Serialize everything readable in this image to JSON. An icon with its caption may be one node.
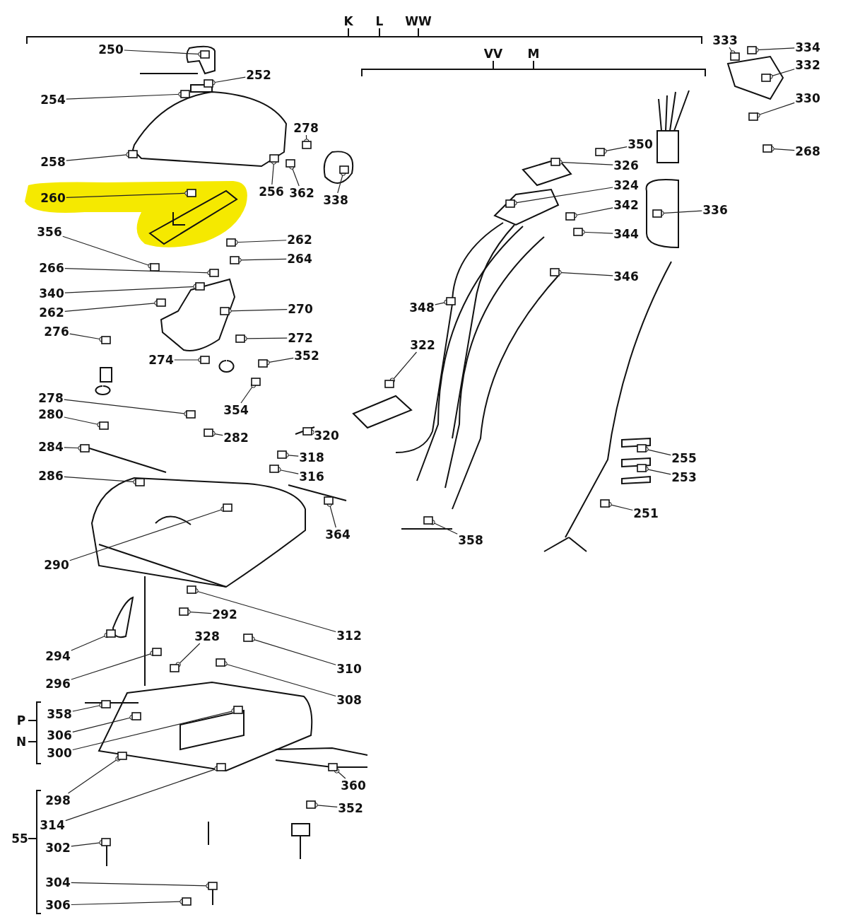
{
  "diagram": {
    "nodes": [
      {
        "text": [
          "250"
        ]
      },
      {
        "text": [
          "252"
        ]
      },
      {
        "text": [
          "254"
        ]
      },
      {
        "text": [
          "258"
        ]
      },
      {
        "text": [
          "260"
        ]
      },
      {
        "text": [
          "278"
        ]
      },
      {
        "text": [
          "256"
        ]
      },
      {
        "text": [
          "362"
        ]
      },
      {
        "text": [
          "338"
        ]
      },
      {
        "text": [
          "356"
        ]
      },
      {
        "text": [
          "262"
        ]
      },
      {
        "text": [
          "264"
        ]
      },
      {
        "text": [
          "266"
        ]
      },
      {
        "text": [
          "340"
        ]
      },
      {
        "text": [
          "262"
        ]
      },
      {
        "text": [
          "270"
        ]
      },
      {
        "text": [
          "276"
        ]
      },
      {
        "text": [
          "272"
        ]
      },
      {
        "text": [
          "274"
        ]
      },
      {
        "text": [
          "352"
        ]
      },
      {
        "text": [
          "354"
        ]
      },
      {
        "text": [
          "278"
        ]
      },
      {
        "text": [
          "280"
        ]
      },
      {
        "text": [
          "282"
        ]
      },
      {
        "text": [
          "320"
        ]
      },
      {
        "text": [
          "284"
        ]
      },
      {
        "text": [
          "318"
        ]
      },
      {
        "text": [
          "286"
        ]
      },
      {
        "text": [
          "316"
        ]
      },
      {
        "text": [
          "364"
        ]
      },
      {
        "text": [
          "290"
        ]
      },
      {
        "text": [
          "292"
        ]
      },
      {
        "text": [
          "312"
        ]
      },
      {
        "text": [
          "294"
        ]
      },
      {
        "text": [
          "328"
        ]
      },
      {
        "text": [
          "310"
        ]
      },
      {
        "text": [
          "296"
        ]
      },
      {
        "text": [
          "308"
        ]
      },
      {
        "text": [
          "358"
        ]
      },
      {
        "text": [
          "306"
        ]
      },
      {
        "text": [
          "300"
        ]
      },
      {
        "text": [
          "360"
        ]
      },
      {
        "text": [
          "298"
        ]
      },
      {
        "text": [
          "352"
        ]
      },
      {
        "text": [
          "314"
        ]
      },
      {
        "text": [
          "302"
        ]
      },
      {
        "text": [
          "304"
        ]
      },
      {
        "text": [
          "306"
        ]
      },
      {
        "text": [
          "333"
        ]
      },
      {
        "text": [
          "334"
        ]
      },
      {
        "text": [
          "332"
        ]
      },
      {
        "text": [
          "330"
        ]
      },
      {
        "text": [
          "268"
        ]
      },
      {
        "text": [
          "350"
        ]
      },
      {
        "text": [
          "326"
        ]
      },
      {
        "text": [
          "324"
        ]
      },
      {
        "text": [
          "342"
        ]
      },
      {
        "text": [
          "344"
        ]
      },
      {
        "text": [
          "336"
        ]
      },
      {
        "text": [
          "346"
        ]
      },
      {
        "text": [
          "348"
        ]
      },
      {
        "text": [
          "322"
        ]
      },
      {
        "text": [
          "255"
        ]
      },
      {
        "text": [
          "253"
        ]
      },
      {
        "text": [
          "251"
        ]
      },
      {
        "text": [
          "358"
        ]
      },
      {
        "text": [],
        "shape": "box"
      },
      {
        "text": [],
        "shape": "box"
      },
      {
        "text": [],
        "shape": "box"
      },
      {
        "text": [],
        "shape": "box"
      },
      {
        "text": [],
        "shape": "box"
      },
      {
        "text": [],
        "shape": "box"
      },
      {
        "text": [],
        "shape": "box"
      },
      {
        "text": [],
        "shape": "box"
      },
      {
        "text": [],
        "shape": "box"
      },
      {
        "text": [],
        "shape": "box"
      },
      {
        "text": [],
        "shape": "box"
      },
      {
        "text": [],
        "shape": "box"
      },
      {
        "text": [],
        "shape": "box"
      },
      {
        "text": [],
        "shape": "box"
      },
      {
        "text": [],
        "shape": "box"
      },
      {
        "text": [],
        "shape": "box"
      },
      {
        "text": [],
        "shape": "box"
      },
      {
        "text": [],
        "shape": "box"
      },
      {
        "text": [],
        "shape": "box"
      },
      {
        "text": [],
        "shape": "box"
      },
      {
        "text": [],
        "shape": "box"
      },
      {
        "text": [],
        "shape": "box"
      },
      {
        "text": [],
        "shape": "box"
      },
      {
        "text": [],
        "shape": "box"
      },
      {
        "text": [],
        "shape": "box"
      },
      {
        "text": [],
        "shape": "box"
      },
      {
        "text": [],
        "shape": "box"
      },
      {
        "text": [],
        "shape": "box"
      },
      {
        "text": [],
        "shape": "box"
      },
      {
        "text": [],
        "shape": "box"
      },
      {
        "text": [],
        "shape": "box"
      },
      {
        "text": [],
        "shape": "box"
      },
      {
        "text": [],
        "shape": "box"
      },
      {
        "text": [],
        "shape": "box"
      },
      {
        "text": [],
        "shape": "box"
      },
      {
        "text": [],
        "shape": "box"
      },
      {
        "text": [],
        "shape": "box"
      },
      {
        "text": [],
        "shape": "box"
      },
      {
        "text": [],
        "shape": "box"
      },
      {
        "text": [],
        "shape": "box"
      },
      {
        "text": [],
        "shape": "box"
      },
      {
        "text": [],
        "shape": "box"
      },
      {
        "text": [],
        "shape": "box"
      },
      {
        "text": [],
        "shape": "box"
      },
      {
        "text": [],
        "shape": "box"
      },
      {
        "text": [],
        "shape": "box"
      },
      {
        "text": [],
        "shape": "box"
      },
      {
        "text": [],
        "shape": "box"
      },
      {
        "text": [],
        "shape": "box"
      },
      {
        "text": [],
        "shape": "box"
      },
      {
        "text": [],
        "shape": "box"
      },
      {
        "text": [],
        "shape": "box"
      },
      {
        "text": [],
        "shape": "box"
      },
      {
        "text": [],
        "shape": "box"
      },
      {
        "text": [],
        "shape": "box"
      },
      {
        "text": [],
        "shape": "box"
      },
      {
        "text": [],
        "shape": "box"
      },
      {
        "text": [],
        "shape": "box"
      },
      {
        "text": [],
        "shape": "box"
      },
      {
        "text": [],
        "shape": "box"
      },
      {
        "text": [],
        "shape": "box"
      },
      {
        "text": [],
        "shape": "box"
      },
      {
        "text": [],
        "shape": "box"
      },
      {
        "text": [],
        "shape": "box"
      },
      {
        "text": [],
        "shape": "box"
      },
      {
        "text": [],
        "shape": "box"
      }
    ],
    "edges": [
      {
        "from": 0,
        "to": 66,
        "arrow": "other"
      },
      {
        "from": 1,
        "to": 67,
        "arrow": "other"
      },
      {
        "from": 2,
        "to": 68,
        "arrow": "other"
      },
      {
        "from": 3,
        "to": 69,
        "arrow": "other"
      },
      {
        "from": 4,
        "to": 70,
        "arrow": "other"
      },
      {
        "from": 5,
        "to": 71,
        "arrow": "other"
      },
      {
        "from": 6,
        "to": 72,
        "arrow": "other"
      },
      {
        "from": 7,
        "to": 73,
        "arrow": "other"
      },
      {
        "from": 8,
        "to": 74,
        "arrow": "other"
      },
      {
        "from": 9,
        "to": 75,
        "arrow": "other"
      },
      {
        "from": 10,
        "to": 76,
        "arrow": "other"
      },
      {
        "from": 11,
        "to": 77,
        "arrow": "other"
      },
      {
        "from": 12,
        "to": 78,
        "arrow": "other"
      },
      {
        "from": 13,
        "to": 79,
        "arrow": "other"
      },
      {
        "from": 14,
        "to": 80,
        "arrow": "other"
      },
      {
        "from": 15,
        "to": 81,
        "arrow": "other"
      },
      {
        "from": 16,
        "to": 82,
        "arrow": "other"
      },
      {
        "from": 17,
        "to": 83,
        "arrow": "other"
      },
      {
        "from": 18,
        "to": 84,
        "arrow": "other"
      },
      {
        "from": 19,
        "to": 85,
        "arrow": "other"
      },
      {
        "from": 20,
        "to": 86,
        "arrow": "other"
      },
      {
        "from": 21,
        "to": 87,
        "arrow": "other"
      },
      {
        "from": 22,
        "to": 88,
        "arrow": "other"
      },
      {
        "from": 23,
        "to": 89,
        "arrow": "other"
      },
      {
        "from": 24,
        "to": 90,
        "arrow": "other"
      },
      {
        "from": 25,
        "to": 91,
        "arrow": "other"
      },
      {
        "from": 26,
        "to": 92,
        "arrow": "other"
      },
      {
        "from": 27,
        "to": 93,
        "arrow": "other"
      },
      {
        "from": 28,
        "to": 94,
        "arrow": "other"
      },
      {
        "from": 29,
        "to": 95,
        "arrow": "other"
      },
      {
        "from": 30,
        "to": 96,
        "arrow": "other"
      },
      {
        "from": 31,
        "to": 97,
        "arrow": "other"
      },
      {
        "from": 32,
        "to": 98,
        "arrow": "other"
      },
      {
        "from": 33,
        "to": 99,
        "arrow": "other"
      },
      {
        "from": 34,
        "to": 100,
        "arrow": "other"
      },
      {
        "from": 35,
        "to": 101,
        "arrow": "other"
      },
      {
        "from": 36,
        "to": 102,
        "arrow": "other"
      },
      {
        "from": 37,
        "to": 103,
        "arrow": "other"
      },
      {
        "from": 38,
        "to": 104,
        "arrow": "other"
      },
      {
        "from": 39,
        "to": 105,
        "arrow": "other"
      },
      {
        "from": 40,
        "to": 106,
        "arrow": "other"
      },
      {
        "from": 41,
        "to": 107,
        "arrow": "other"
      },
      {
        "from": 42,
        "to": 108,
        "arrow": "other"
      },
      {
        "from": 43,
        "to": 109,
        "arrow": "other"
      },
      {
        "from": 44,
        "to": 110,
        "arrow": "other"
      },
      {
        "from": 45,
        "to": 111,
        "arrow": "other"
      },
      {
        "from": 46,
        "to": 112,
        "arrow": "other"
      },
      {
        "from": 47,
        "to": 113,
        "arrow": "other"
      },
      {
        "from": 48,
        "to": 114,
        "arrow": "other"
      },
      {
        "from": 49,
        "to": 115,
        "arrow": "other"
      },
      {
        "from": 50,
        "to": 116,
        "arrow": "other"
      },
      {
        "from": 51,
        "to": 117,
        "arrow": "other"
      },
      {
        "from": 52,
        "to": 118,
        "arrow": "other"
      },
      {
        "from": 53,
        "to": 119,
        "arrow": "other"
      },
      {
        "from": 54,
        "to": 120,
        "arrow": "other"
      },
      {
        "from": 55,
        "to": 121,
        "arrow": "other"
      },
      {
        "from": 56,
        "to": 122,
        "arrow": "other"
      },
      {
        "from": 57,
        "to": 123,
        "arrow": "other"
      },
      {
        "from": 58,
        "to": 124,
        "arrow": "other"
      },
      {
        "from": 59,
        "to": 125,
        "arrow": "other"
      },
      {
        "from": 60,
        "to": 126,
        "arrow": "other"
      },
      {
        "from": 61,
        "to": 127,
        "arrow": "other"
      },
      {
        "from": 62,
        "to": 128,
        "arrow": "other"
      },
      {
        "from": 63,
        "to": 129,
        "arrow": "other"
      },
      {
        "from": 64,
        "to": 130,
        "arrow": "other"
      },
      {
        "from": 65,
        "to": 131,
        "arrow": "other"
      }
    ],
    "labels": [
      "K",
      "L",
      "WW",
      "VV",
      "M",
      "P",
      "N",
      "55"
    ]
  }
}
